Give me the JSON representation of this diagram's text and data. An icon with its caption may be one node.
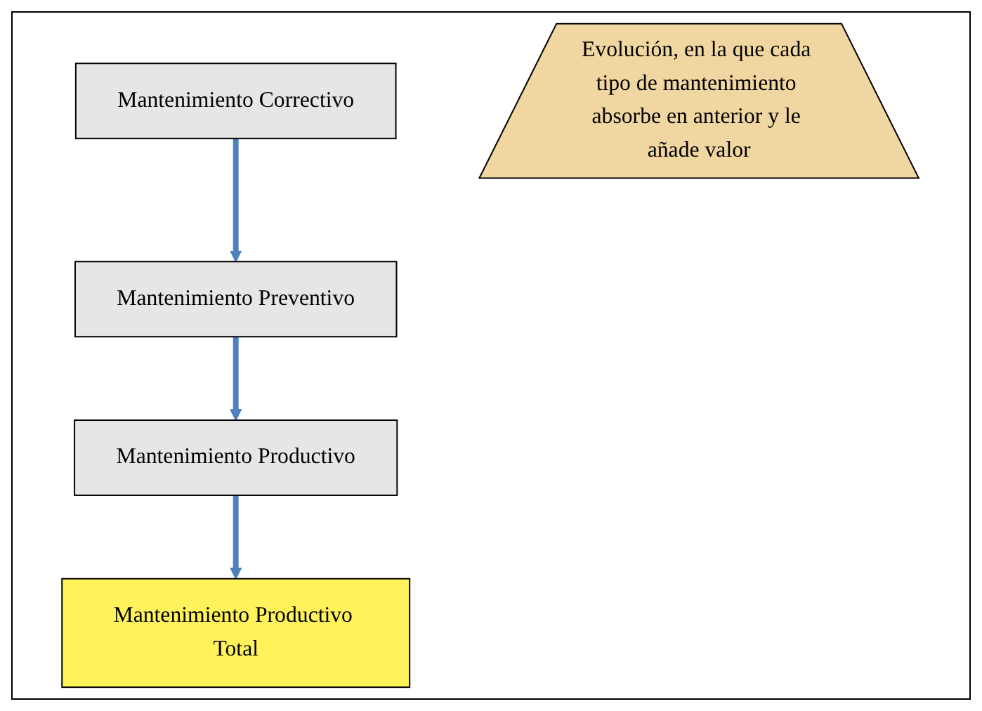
{
  "diagram": {
    "nodes": [
      {
        "text": [
          "Mantenimiento Correctivo"
        ]
      },
      {
        "text": [
          "Mantenimiento Preventivo"
        ]
      },
      {
        "text": [
          "Evolución, en la que cada tipo de mantenimiento absorbe en anterior y le añade valor"
        ]
      },
      {
        "text": [
          "Mantenimiento Productivo"
        ]
      },
      {
        "text": [
          "Mantenimiento Productivo Total"
        ]
      }
    ],
    "edges": [
      {
        "from": 0,
        "to": 1,
        "arrow": "to"
      },
      {
        "from": 1,
        "to": 3,
        "arrow": "to"
      },
      {
        "from": 3,
        "to": 4,
        "arrow": "to"
      }
    ]
  }
}
